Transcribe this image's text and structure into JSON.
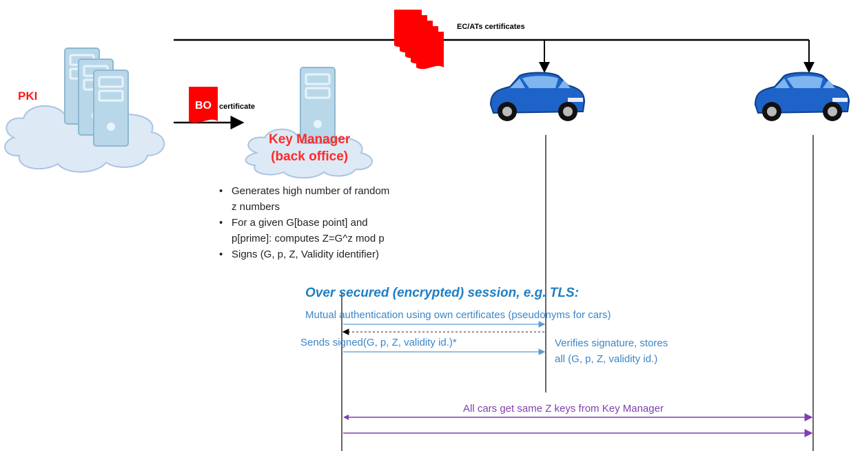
{
  "labels": {
    "pki": "PKI",
    "bo": "BO",
    "bo_certificate": "certificate",
    "ec_certificates": "EC/ATs certificates",
    "key_manager_line1": "Key Manager",
    "key_manager_line2": "(back office)"
  },
  "bullets": [
    "Generates high number of random",
    "z numbers",
    "For a given G[base point] and",
    "p[prime]: computes Z=G^z mod p",
    "Signs (G, p, Z, Validity identifier)"
  ],
  "bullet_marks": [
    true,
    false,
    true,
    false,
    true
  ],
  "session": {
    "title": "Over secured (encrypted) session, e.g. TLS:",
    "mutual_auth": "Mutual authentication using own certificates (pseudonyms for cars)",
    "sends_signed": "Sends signed(G, p, Z, validity id.)*",
    "verifies_line1": "Verifies signature, stores",
    "verifies_line2": "all (G, p, Z, validity id.)"
  },
  "broadcast": {
    "all_cars": "All cars get same Z keys from Key Manager"
  },
  "colors": {
    "red": "#ff0000",
    "label_red": "#ff2a2a",
    "server_blue": "#b8d8ea",
    "cloud": "#dde9f5",
    "car_blue": "#1e63c8",
    "session_blue": "#3a86c8",
    "purple": "#7f3fb0"
  },
  "icons": [
    "server-icon",
    "cloud-icon",
    "car-icon",
    "certificate-icon"
  ]
}
